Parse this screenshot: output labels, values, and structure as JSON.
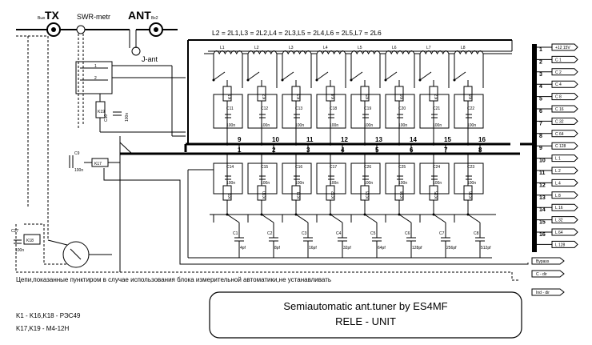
{
  "jacks": {
    "tx": {
      "label": "TX",
      "tag": "Вых"
    },
    "ant": {
      "label": "ANT",
      "tag": "Вх2"
    },
    "swr": "SWR-metr",
    "jant": "J-ant"
  },
  "formula": "L2 = 2L1,L3 = 2L2,L4 = 2L3,L5 = 2L4,L6 = 2L5,L7 = 2L6",
  "inductors": [
    "L1",
    "L2",
    "L3",
    "L4",
    "L5",
    "L6",
    "L7",
    "L8"
  ],
  "upper_relays": [
    "K1",
    "K2",
    "K3",
    "K4",
    "K5",
    "K6",
    "K7",
    "K8"
  ],
  "upper_caps": [
    "C11",
    "C12",
    "C13",
    "C18",
    "C19",
    "C20",
    "C21",
    "C22"
  ],
  "upper_nums": [
    "9",
    "10",
    "11",
    "12",
    "13",
    "14",
    "15",
    "16"
  ],
  "lower_nums": [
    "1",
    "2",
    "3",
    "4",
    "5",
    "6",
    "7",
    "8"
  ],
  "lower_bypass_caps": [
    "C14",
    "C15",
    "C16",
    "C17",
    "C26",
    "C25",
    "C24",
    "C23"
  ],
  "lower_relays": [
    "K9",
    "K10",
    "K11",
    "K12",
    "K13",
    "K14",
    "K15",
    "K16"
  ],
  "cap_bank": [
    {
      "ref": "C1",
      "value": "4pf"
    },
    {
      "ref": "C2",
      "value": "8pf"
    },
    {
      "ref": "C3",
      "value": "16pf"
    },
    {
      "ref": "C4",
      "value": "32pf"
    },
    {
      "ref": "C5",
      "value": "64pf"
    },
    {
      "ref": "C6",
      "value": "128pf"
    },
    {
      "ref": "C7",
      "value": "256pf"
    },
    {
      "ref": "C8",
      "value": "512pf"
    }
  ],
  "bypass_value": "100n",
  "left_parts": {
    "k19": "K19",
    "k17": "K17",
    "k18": "K18",
    "c9": "C9",
    "c9_val": "100n",
    "c10": "C10",
    "c10_val": "100n",
    "c27": "C27",
    "c27_val": "100n"
  },
  "connector": {
    "pins": [
      {
        "num": "1",
        "label": "+12 15V"
      },
      {
        "num": "2",
        "label": "C 1"
      },
      {
        "num": "3",
        "label": "C 2"
      },
      {
        "num": "4",
        "label": "C 4"
      },
      {
        "num": "5",
        "label": "C 8"
      },
      {
        "num": "6",
        "label": "C 16"
      },
      {
        "num": "7",
        "label": "C 32"
      },
      {
        "num": "8",
        "label": "C 64"
      },
      {
        "num": "9",
        "label": "C 128"
      },
      {
        "num": "10",
        "label": "L 1"
      },
      {
        "num": "11",
        "label": "L 2"
      },
      {
        "num": "12",
        "label": "L 4"
      },
      {
        "num": "13",
        "label": "L 8"
      },
      {
        "num": "14",
        "label": "L 16"
      },
      {
        "num": "15",
        "label": "L 32"
      },
      {
        "num": "16",
        "label": "L 64"
      },
      {
        "num": "",
        "label": "L 128"
      }
    ],
    "extra_tags": [
      "Bypass",
      "C - dir",
      "Ind - dir"
    ]
  },
  "note": "Цепи,показанные пунктиром в случае использования блока измерительной автоматики,не устанавливать",
  "legend": [
    "K1 - K16,K18 - РЭС49",
    "K17,K19  -  М4-12Н"
  ],
  "title_block": {
    "line1": "Semiautomatic ant.tuner by ES4MF",
    "line2": "RELE - UNIT"
  }
}
